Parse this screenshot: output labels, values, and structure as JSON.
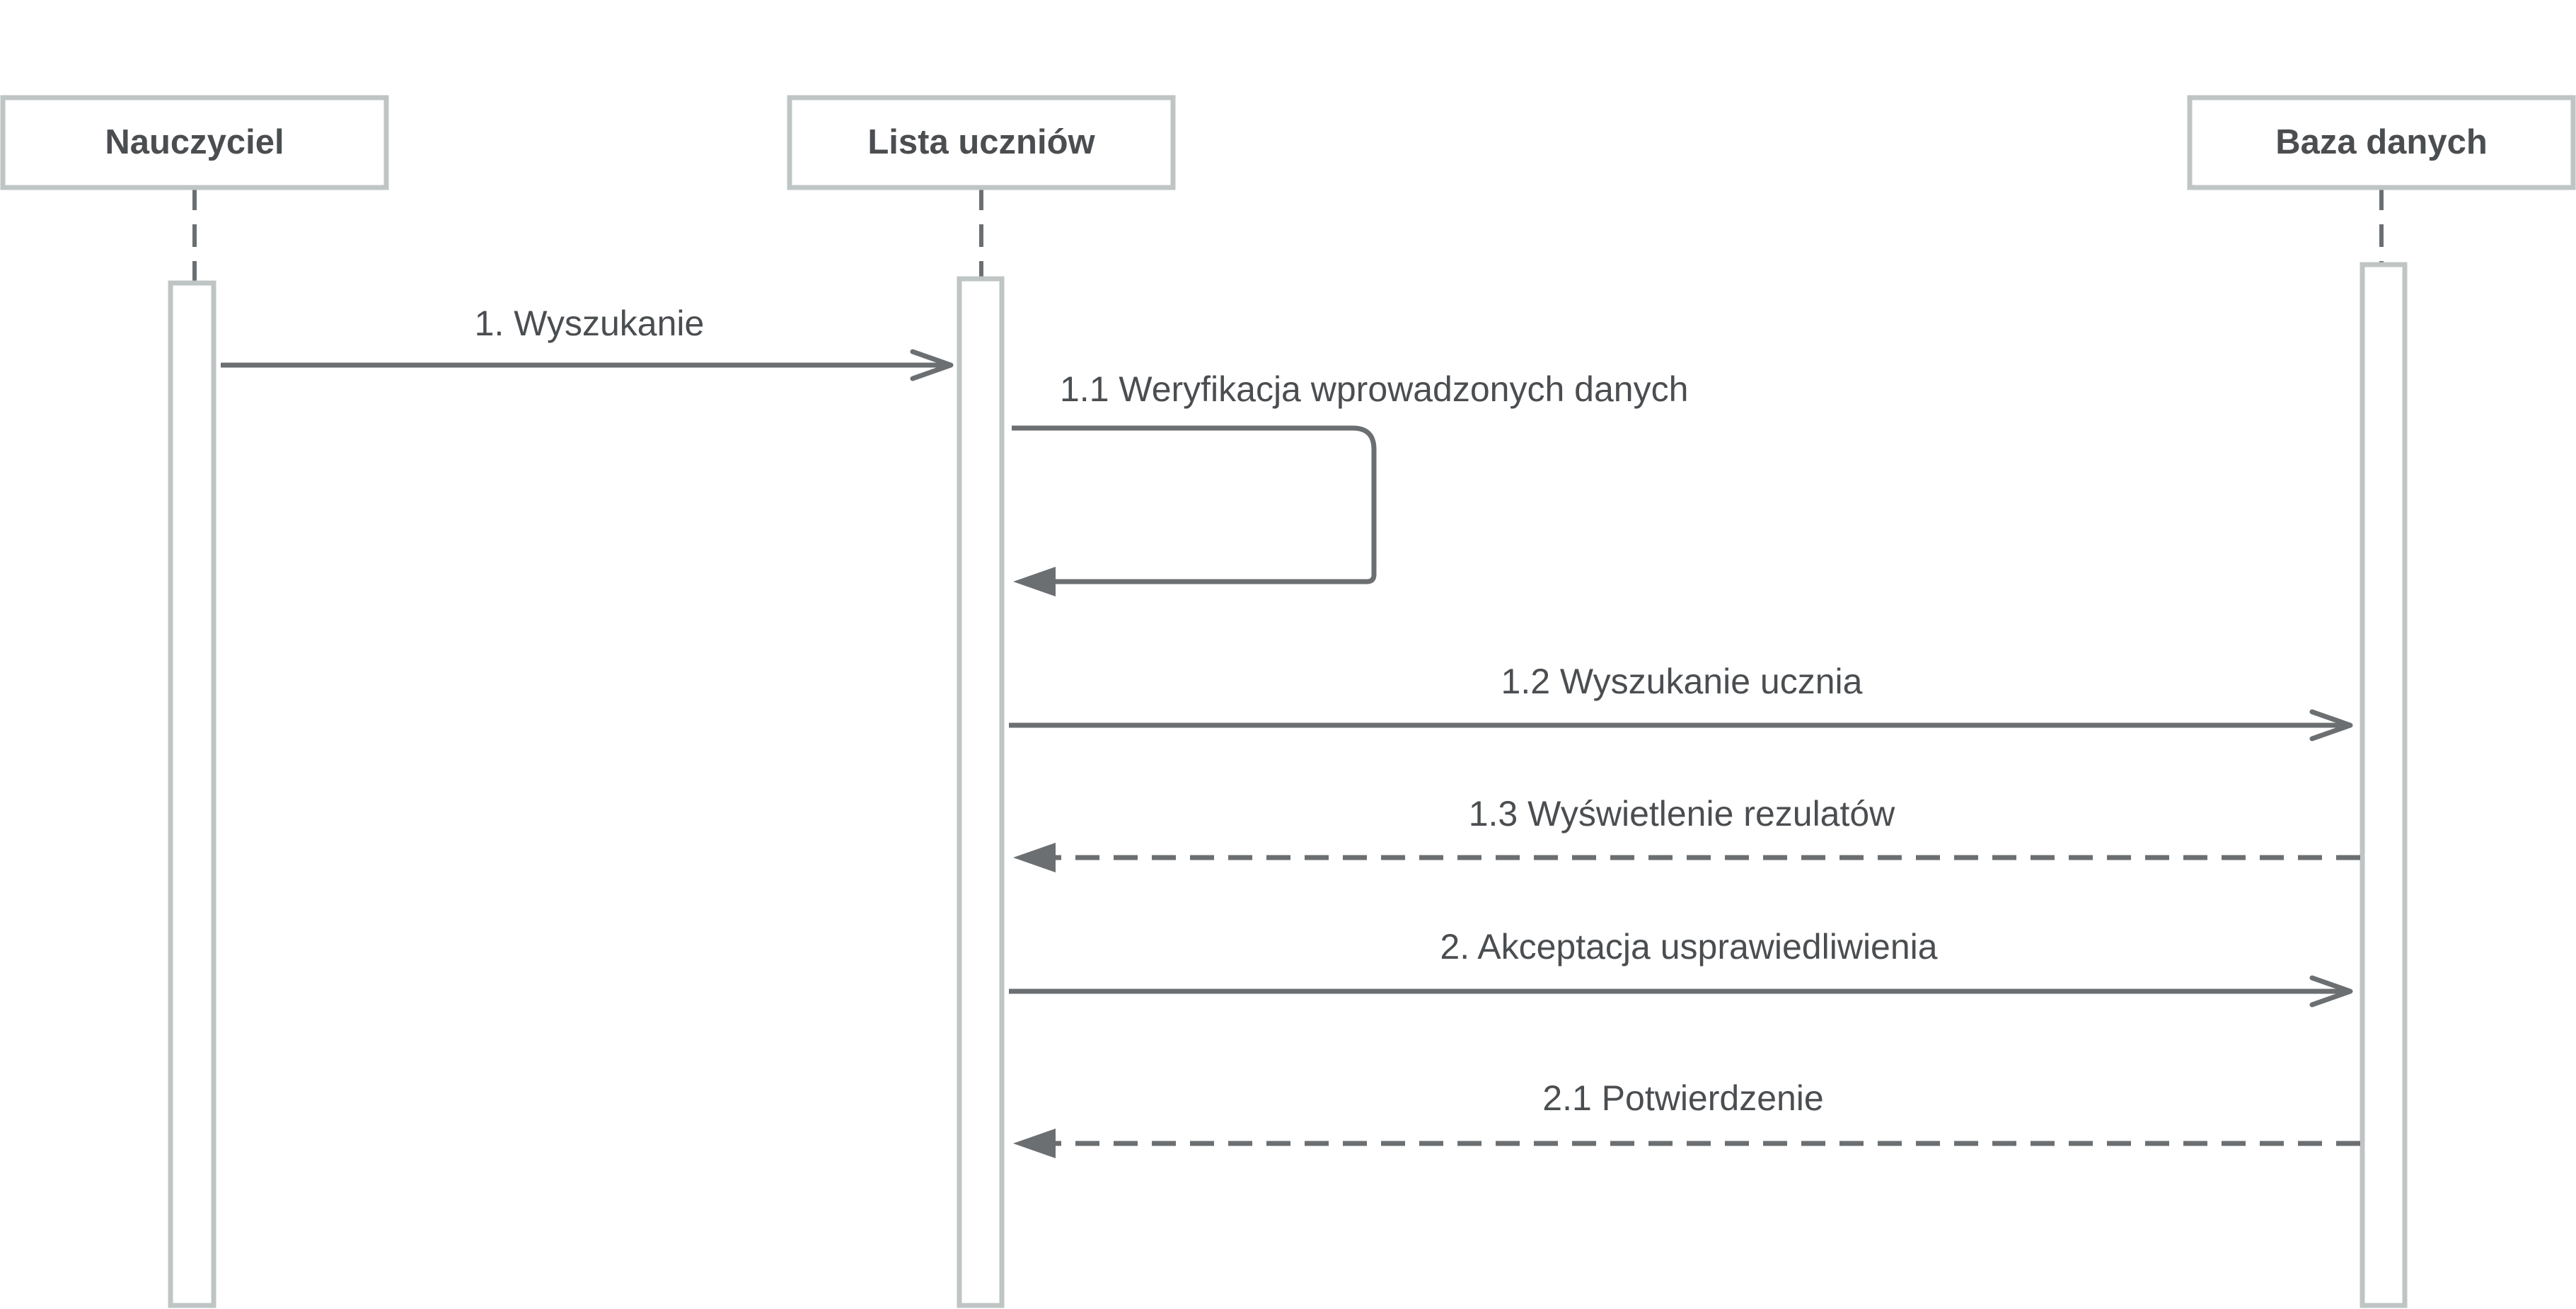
{
  "participants": [
    {
      "label": "Nauczyciel"
    },
    {
      "label": "Lista uczniów"
    },
    {
      "label": "Baza danych"
    }
  ],
  "messages": [
    {
      "label": "1. Wyszukanie",
      "style": "solid-open-arrow",
      "from": "Nauczyciel",
      "to": "Lista uczniów"
    },
    {
      "label": "1.1 Weryfikacja wprowadzonych danych",
      "style": "self-call",
      "from": "Lista uczniów",
      "to": "Lista uczniów"
    },
    {
      "label": "1.2 Wyszukanie ucznia",
      "style": "solid-open-arrow",
      "from": "Lista uczniów",
      "to": "Baza danych"
    },
    {
      "label": "1.3 Wyświetlenie rezulatów",
      "style": "dashed-return",
      "from": "Baza danych",
      "to": "Lista uczniów"
    },
    {
      "label": "2. Akceptacja usprawiedliwienia",
      "style": "solid-open-arrow",
      "from": "Lista uczniów",
      "to": "Baza danych"
    },
    {
      "label": "2.1 Potwierdzenie",
      "style": "dashed-return",
      "from": "Baza danych",
      "to": "Lista uczniów"
    }
  ],
  "colors": {
    "box_border": "#bfc5c5",
    "line": "#6b6f72",
    "text": "#4b4e51"
  }
}
